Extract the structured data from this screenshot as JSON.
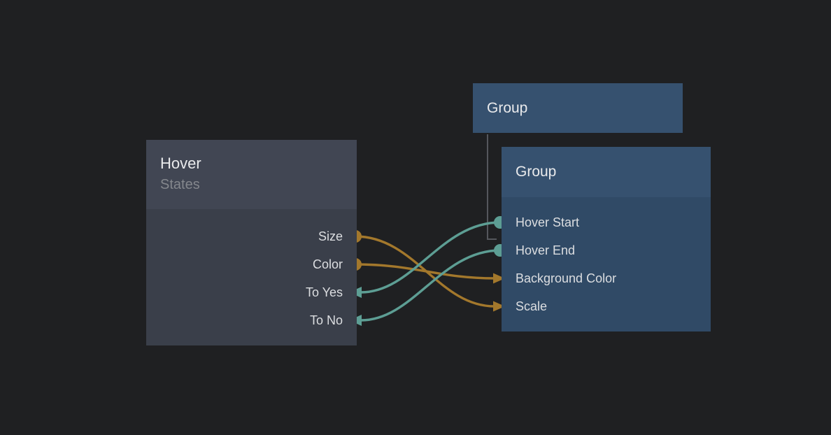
{
  "editor": {
    "type": "node-graph-patch-editor"
  },
  "nodes": {
    "hover": {
      "title": "Hover",
      "subtitle": "States",
      "ports": [
        {
          "label": "Size",
          "side": "right",
          "kind": "output-dot"
        },
        {
          "label": "Color",
          "side": "right",
          "kind": "output-dot"
        },
        {
          "label": "To Yes",
          "side": "right",
          "kind": "input-arrow"
        },
        {
          "label": "To No",
          "side": "right",
          "kind": "input-arrow"
        }
      ]
    },
    "group_collapsed": {
      "title": "Group"
    },
    "group": {
      "title": "Group",
      "ports": [
        {
          "label": "Hover Start",
          "side": "left",
          "kind": "output-dot"
        },
        {
          "label": "Hover End",
          "side": "left",
          "kind": "output-dot"
        },
        {
          "label": "Background Color",
          "side": "left",
          "kind": "input-arrow"
        },
        {
          "label": "Scale",
          "side": "left",
          "kind": "input-arrow"
        }
      ]
    }
  },
  "connections": [
    {
      "from": "Hover.Size",
      "to": "Group.Scale",
      "color_key": "orange"
    },
    {
      "from": "Hover.Color",
      "to": "Group.Background Color",
      "color_key": "orange"
    },
    {
      "from": "Group.Hover Start",
      "to": "Hover.To Yes",
      "color_key": "teal"
    },
    {
      "from": "Group.Hover End",
      "to": "Hover.To No",
      "color_key": "teal"
    }
  ],
  "hierarchy_link": {
    "from": "Group (collapsed)",
    "to": "Group",
    "color": "#55575c"
  },
  "colors": {
    "background": "#1f2022",
    "orange": "#a3782c",
    "teal": "#5d9e94",
    "hover_node_header": "#414653",
    "hover_node_body": "#3a3f4a",
    "group_node_header": "#36516f",
    "group_node_body": "#304a66",
    "label_text": "#dcdee1",
    "title_text": "#e9eaec",
    "subtitle_text": "#84878d"
  }
}
